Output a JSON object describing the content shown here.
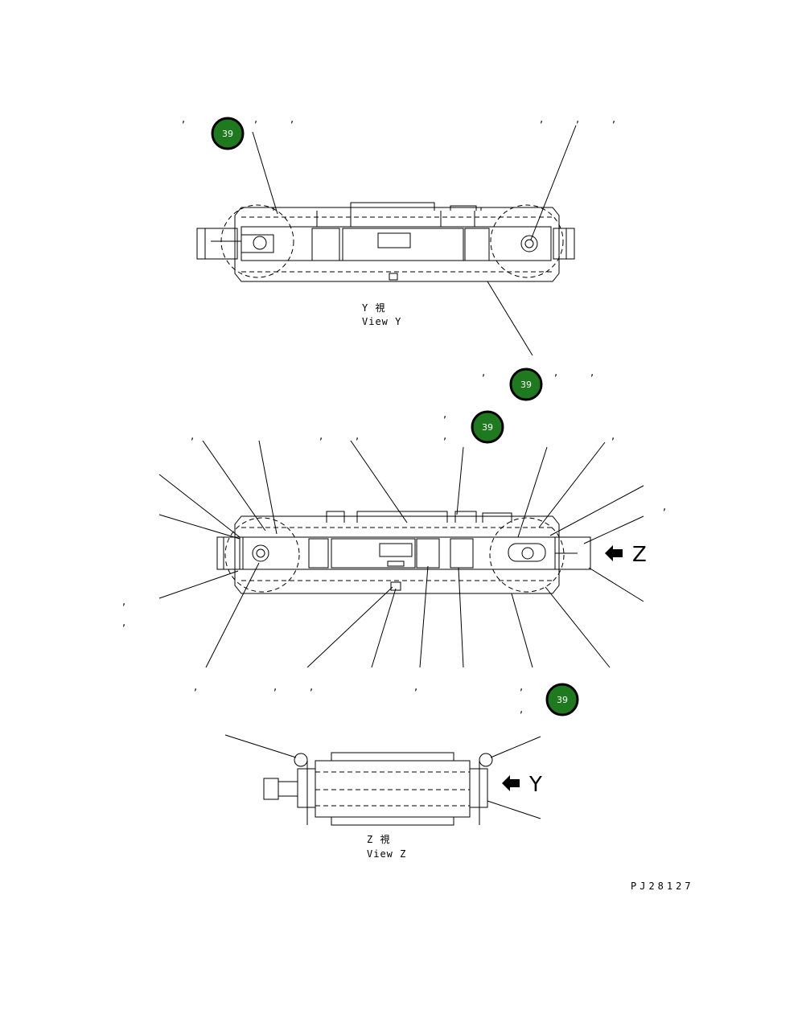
{
  "views": {
    "view_y": {
      "label_jp": "Y 視",
      "label_en": "View Y"
    },
    "view_z": {
      "label_jp": "Z 視",
      "label_en": "View Z"
    }
  },
  "arrows": {
    "z_letter": "Z",
    "y_letter": "Y"
  },
  "callouts": [
    {
      "id": "callout-1",
      "number": "39"
    },
    {
      "id": "callout-2",
      "number": "39"
    },
    {
      "id": "callout-3",
      "number": "39"
    },
    {
      "id": "callout-4",
      "number": "39"
    }
  ],
  "drawing_id": "PJ28127",
  "colors": {
    "callout_fill": "#1f7a1f",
    "callout_ring": "#000000",
    "line": "#000000",
    "background": "#ffffff"
  }
}
